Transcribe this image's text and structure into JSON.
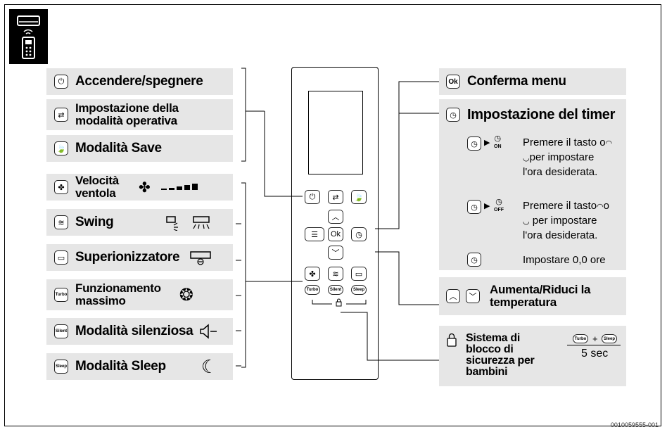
{
  "left": {
    "power": "Accendere/spegnere",
    "mode_line1": "Impostazione della",
    "mode_line2": "modalità operativa",
    "save": "Modalità Save",
    "fan_line1": "Velocità",
    "fan_line2": "ventola",
    "swing": "Swing",
    "ionizer": "Superionizzatore",
    "turbo_line1": "Funzionamento",
    "turbo_line2": "massimo",
    "silent": "Modalità silenziosa",
    "sleep": "Modalità Sleep"
  },
  "right": {
    "ok_title": "Conferma menu",
    "timer_title": "Impostazione del timer",
    "timer_on": [
      "Premere il tasto o",
      "per impostare",
      "l'ora desiderata."
    ],
    "timer_off": [
      "Premere il tasto",
      "o",
      "per impostare",
      "l'ora desiderata."
    ],
    "timer_reset": "Impostare 0,0 ore",
    "temp_line1": "Aumenta/Riduci la",
    "temp_line2": "temperatura",
    "lock_line1": "Sistema di",
    "lock_line2": "blocco di",
    "lock_line3": "sicurezza per",
    "lock_line4": "bambini",
    "lock_time": "5 sec"
  },
  "remote": {
    "ok": "Ok",
    "turbo": "Turbo",
    "silent": "Silent",
    "sleep": "Sleep"
  },
  "small_labels": {
    "on": "ON",
    "off": "OFF",
    "plus": "+"
  },
  "icons": [
    "power-icon",
    "mode-icon",
    "leaf-icon",
    "fan-icon",
    "swing-icon",
    "ionizer-icon",
    "turbo-icon",
    "silent-icon",
    "sleep-icon",
    "ok-icon",
    "clock-icon",
    "arrow-up-icon",
    "arrow-down-icon",
    "lock-icon",
    "moon-icon",
    "speaker-icon"
  ],
  "footer": "0010059555-001"
}
